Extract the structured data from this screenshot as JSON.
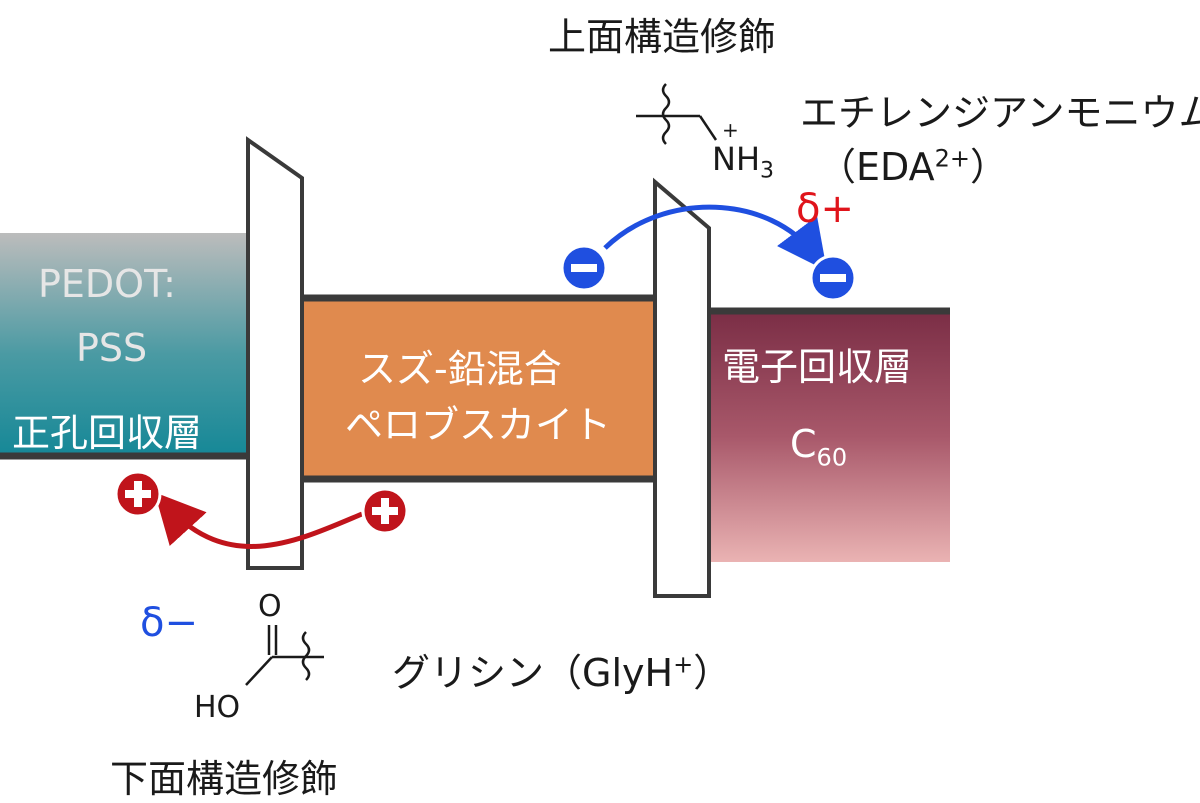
{
  "title_top": "上面構造修飾",
  "title_bottom": "下面構造修飾",
  "htl": {
    "line1": "PEDOT:",
    "line2": "PSS",
    "name": "正孔回収層"
  },
  "perovskite": {
    "line1": "スズ-鉛混合",
    "line2": "ペロブスカイト"
  },
  "etl": {
    "name": "電子回収層",
    "material": "C",
    "material_sub": "60"
  },
  "eda": {
    "name": "エチレンジアンモニウム",
    "abbr_pre": "（EDA",
    "abbr_sup": "2+",
    "abbr_post": "）",
    "group_main": "NH",
    "group_sub": "3",
    "group_charge": "+"
  },
  "glycine": {
    "name": "グリシン（GlyH",
    "name_sup": "+",
    "name_post": "）",
    "oxygen": "O",
    "hydroxyl": "HO"
  },
  "charges": {
    "delta_plus": "δ+",
    "delta_minus": "δ−",
    "plus": "+",
    "minus": "−"
  },
  "colors": {
    "hole": "#c0141b",
    "electron": "#1f4fe0",
    "perovskite": "#e08a4e",
    "htl_top": "#b8b8b8",
    "htl_bottom": "#1a8c99",
    "etl_top": "#7a2d45",
    "etl_bottom": "#e6adae"
  }
}
